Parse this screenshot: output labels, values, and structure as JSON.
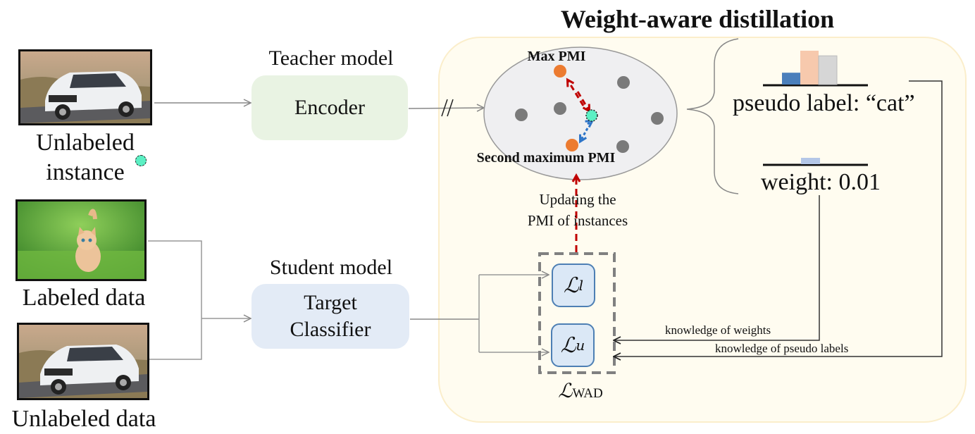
{
  "title": "Weight-aware distillation",
  "left": {
    "unlabeled_instance": {
      "line1": "Unlabeled",
      "line2": "instance",
      "image": "car-photo"
    },
    "labeled_data": {
      "label": "Labeled data",
      "image": "cat-photo"
    },
    "unlabeled_data": {
      "label": "Unlabeled data",
      "image": "car-photo"
    }
  },
  "teacher": {
    "heading": "Teacher model",
    "box_label": "Encoder"
  },
  "student": {
    "heading": "Student model",
    "box_line1": "Target",
    "box_line2": "Classifier"
  },
  "embedding": {
    "max_label": "Max PMI",
    "second_label": "Second maximum PMI",
    "break_mark": "//"
  },
  "update_note": {
    "line1": "Updating the",
    "line2": "PMI of instances"
  },
  "pseudo": {
    "label": "pseudo label: “cat”",
    "bars": [
      {
        "value": 0.35,
        "color": "#4a7fbb"
      },
      {
        "value": 1.0,
        "color": "#f7c9ad"
      },
      {
        "value": 0.85,
        "color": "#d6d6d6"
      }
    ]
  },
  "weight": {
    "label": "weight: 0.01",
    "value": 0.01,
    "bar_color": "#b4c7e7"
  },
  "losses": {
    "l_main": "ℒ",
    "l_sub": "l",
    "u_main": "ℒ",
    "u_sub": "u",
    "wad_main": "ℒ",
    "wad_sub": "WAD"
  },
  "feedback": {
    "weights": "knowledge of weights",
    "pseudo_labels": "knowledge of pseudo labels"
  },
  "colors": {
    "panel_bg": "#fffcf0",
    "panel_border": "#fbeecb",
    "encoder_bg": "#e9f3e3",
    "classifier_bg": "#e3ebf6",
    "ellipse_bg": "#efeff1",
    "point_gray": "#7a7a7a",
    "point_orange": "#ec7b30",
    "point_teal": "#5cf0c4",
    "arrow_red": "#c00000",
    "arrow_blue": "#2e75c8"
  }
}
